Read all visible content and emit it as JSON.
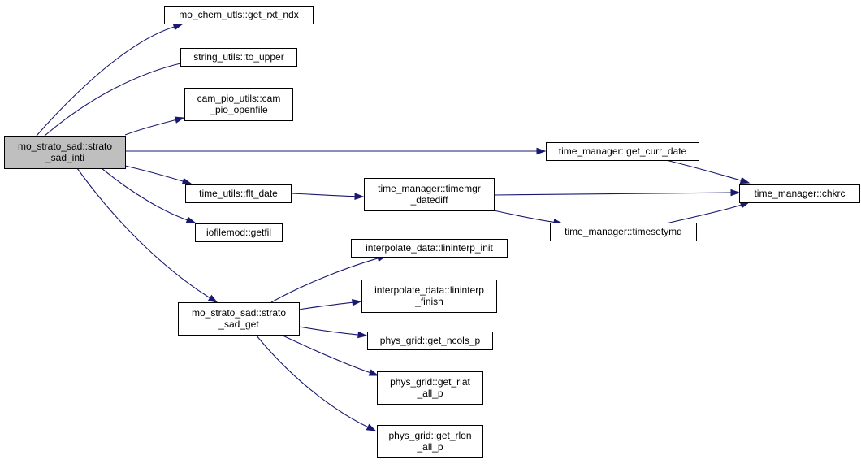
{
  "graph": {
    "colors": {
      "edge": "#191970",
      "root_fill": "#bfbfbf",
      "node_fill": "#ffffff",
      "border": "#000000"
    },
    "nodes": [
      {
        "id": "root",
        "lines": [
          "mo_strato_sad::strato",
          "_sad_inti"
        ],
        "root": true
      },
      {
        "id": "get_rxt_ndx",
        "lines": [
          "mo_chem_utls::get_rxt_ndx"
        ]
      },
      {
        "id": "to_upper",
        "lines": [
          "string_utils::to_upper"
        ]
      },
      {
        "id": "cam_pio_openfile",
        "lines": [
          "cam_pio_utils::cam",
          "_pio_openfile"
        ]
      },
      {
        "id": "get_curr_date",
        "lines": [
          "time_manager::get_curr_date"
        ]
      },
      {
        "id": "flt_date",
        "lines": [
          "time_utils::flt_date"
        ]
      },
      {
        "id": "timemgr_datediff",
        "lines": [
          "time_manager::timemgr",
          "_datediff"
        ]
      },
      {
        "id": "chkrc",
        "lines": [
          "time_manager::chkrc"
        ]
      },
      {
        "id": "timesetymd",
        "lines": [
          "time_manager::timesetymd"
        ]
      },
      {
        "id": "getfil",
        "lines": [
          "iofilemod::getfil"
        ]
      },
      {
        "id": "lininterp_init",
        "lines": [
          "interpolate_data::lininterp_init"
        ]
      },
      {
        "id": "strato_sad_get",
        "lines": [
          "mo_strato_sad::strato",
          "_sad_get"
        ]
      },
      {
        "id": "lininterp_finish",
        "lines": [
          "interpolate_data::lininterp",
          "_finish"
        ]
      },
      {
        "id": "get_ncols_p",
        "lines": [
          "phys_grid::get_ncols_p"
        ]
      },
      {
        "id": "get_rlat_all_p",
        "lines": [
          "phys_grid::get_rlat",
          "_all_p"
        ]
      },
      {
        "id": "get_rlon_all_p",
        "lines": [
          "phys_grid::get_rlon",
          "_all_p"
        ]
      }
    ],
    "edges": [
      {
        "from": "root",
        "to": "get_rxt_ndx"
      },
      {
        "from": "root",
        "to": "to_upper"
      },
      {
        "from": "root",
        "to": "cam_pio_openfile"
      },
      {
        "from": "root",
        "to": "get_curr_date"
      },
      {
        "from": "root",
        "to": "flt_date"
      },
      {
        "from": "root",
        "to": "getfil"
      },
      {
        "from": "root",
        "to": "strato_sad_get"
      },
      {
        "from": "flt_date",
        "to": "timemgr_datediff"
      },
      {
        "from": "timemgr_datediff",
        "to": "chkrc"
      },
      {
        "from": "timemgr_datediff",
        "to": "timesetymd"
      },
      {
        "from": "get_curr_date",
        "to": "chkrc"
      },
      {
        "from": "timesetymd",
        "to": "chkrc"
      },
      {
        "from": "strato_sad_get",
        "to": "lininterp_init"
      },
      {
        "from": "strato_sad_get",
        "to": "lininterp_finish"
      },
      {
        "from": "strato_sad_get",
        "to": "get_ncols_p"
      },
      {
        "from": "strato_sad_get",
        "to": "get_rlat_all_p"
      },
      {
        "from": "strato_sad_get",
        "to": "get_rlon_all_p"
      }
    ]
  }
}
